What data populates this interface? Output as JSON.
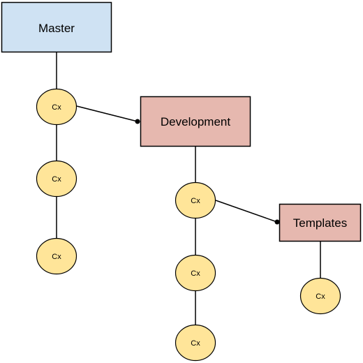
{
  "colors": {
    "master_fill": "#cfe2f3",
    "branch_fill": "#e6b8af",
    "commit_fill": "#ffe599",
    "stroke": "#000000"
  },
  "boxes": {
    "master": {
      "label": "Master"
    },
    "development": {
      "label": "Development"
    },
    "templates": {
      "label": "Templates"
    }
  },
  "commits": {
    "master_1": "Cx",
    "master_2": "Cx",
    "master_3": "Cx",
    "development_1": "Cx",
    "development_2": "Cx",
    "development_3": "Cx",
    "templates_1": "Cx"
  }
}
